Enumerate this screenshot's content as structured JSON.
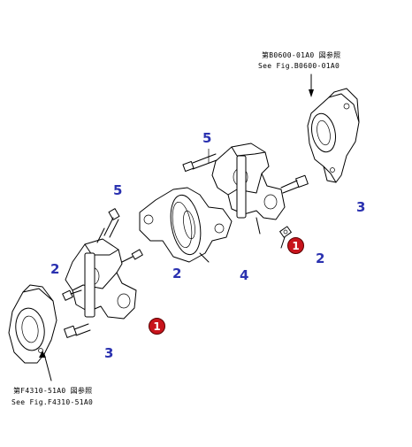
{
  "callouts": {
    "item_5_upper": "5",
    "item_5_left": "5",
    "item_3_right": "3",
    "item_2_right": "2",
    "item_2_center": "2",
    "item_4": "4",
    "item_2_left": "2",
    "item_3_bottom": "3"
  },
  "badges": {
    "badge_upper": "1",
    "badge_lower": "1"
  },
  "references": {
    "top": {
      "jp": "第B0600-01A0 図参照",
      "en": "See Fig.B0600-01A0"
    },
    "bottom": {
      "jp": "第F4310-51A0 図参照",
      "en": "See Fig.F4310-51A0"
    }
  },
  "colors": {
    "callout_text": "#2b32b0",
    "badge_fill": "#c8141c",
    "badge_text": "#ffffff",
    "line": "#000000"
  }
}
